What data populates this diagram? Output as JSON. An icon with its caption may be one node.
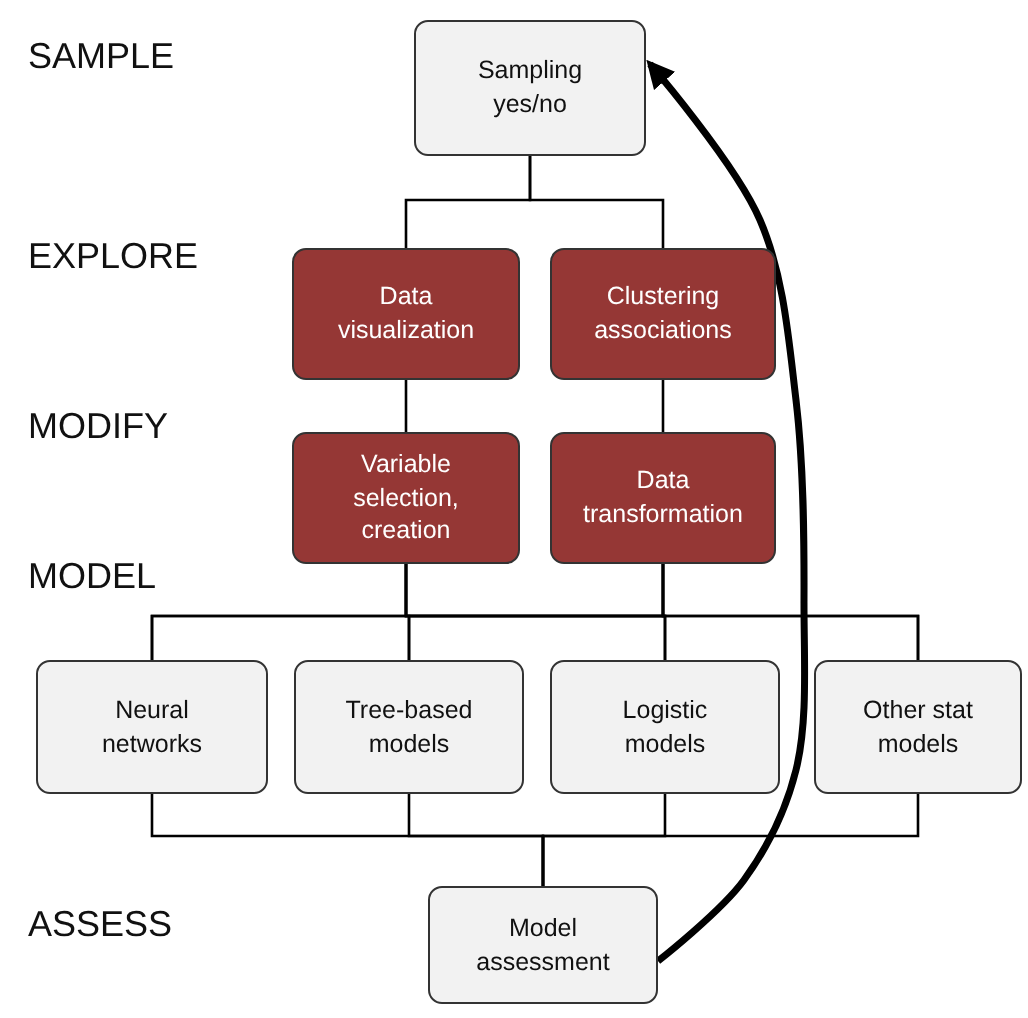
{
  "diagram": {
    "nodes": [
      {
        "text": [
          "Sampling yes/no"
        ]
      },
      {
        "text": [
          "Data visualization"
        ]
      },
      {
        "text": [
          "Clustering associations"
        ]
      },
      {
        "text": [
          "Variable selection, creation"
        ]
      },
      {
        "text": [
          "Data transformation"
        ]
      },
      {
        "text": [
          "Neural networks"
        ]
      },
      {
        "text": [
          "Tree-based models"
        ]
      },
      {
        "text": [
          "Logistic models"
        ]
      },
      {
        "text": [
          "Other stat models"
        ]
      },
      {
        "text": [
          "Model assessment"
        ]
      }
    ],
    "edges": [
      {
        "from": 0,
        "to": 1,
        "arrow": "none"
      },
      {
        "from": 0,
        "to": 2,
        "arrow": "none"
      },
      {
        "from": 1,
        "to": 3,
        "arrow": "none"
      },
      {
        "from": 2,
        "to": 4,
        "arrow": "none"
      },
      {
        "from": 3,
        "to": 5,
        "arrow": "none"
      },
      {
        "from": 3,
        "to": 6,
        "arrow": "none"
      },
      {
        "from": 3,
        "to": 7,
        "arrow": "none"
      },
      {
        "from": 3,
        "to": 8,
        "arrow": "none"
      },
      {
        "from": 4,
        "to": 5,
        "arrow": "none"
      },
      {
        "from": 4,
        "to": 6,
        "arrow": "none"
      },
      {
        "from": 4,
        "to": 7,
        "arrow": "none"
      },
      {
        "from": 4,
        "to": 8,
        "arrow": "none"
      },
      {
        "from": 5,
        "to": 9,
        "arrow": "none"
      },
      {
        "from": 6,
        "to": 9,
        "arrow": "none"
      },
      {
        "from": 7,
        "to": 9,
        "arrow": "none"
      },
      {
        "from": 8,
        "to": 9,
        "arrow": "none"
      },
      {
        "from": 9,
        "to": 0,
        "arrow": "to",
        "style": "thick"
      }
    ],
    "labels": [
      "SAMPLE",
      "EXPLORE",
      "MODIFY",
      "MODEL",
      "ASSESS"
    ]
  }
}
